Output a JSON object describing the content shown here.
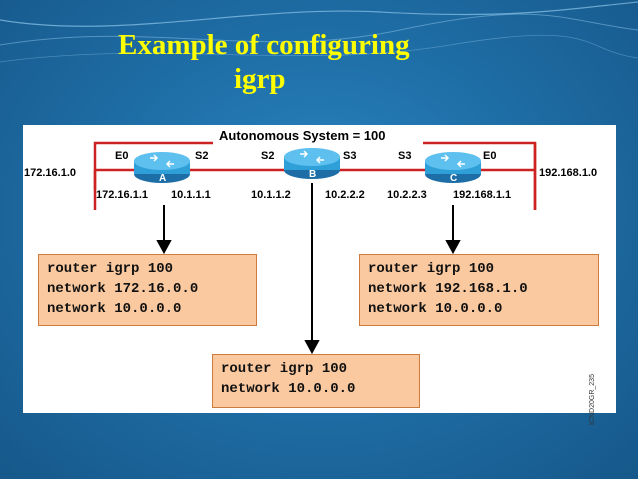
{
  "title": {
    "line1": "Example of configuring",
    "line2": "igrp"
  },
  "diagram": {
    "as_label": "Autonomous System = 100",
    "net_left": "172.16.1.0",
    "net_right": "192.168.1.0",
    "routers": [
      {
        "name": "A",
        "if_left": "E0",
        "if_right": "S2",
        "ip_left": "172.16.1.1",
        "ip_right": "10.1.1.1"
      },
      {
        "name": "B",
        "if_left": "S2",
        "if_right": "S3",
        "ip_left": "10.1.1.2",
        "ip_right": "10.2.2.2"
      },
      {
        "name": "C",
        "if_left": "S3",
        "if_right": "E0",
        "ip_left": "10.2.2.3",
        "ip_right": "192.168.1.1"
      }
    ],
    "config_a": [
      "router igrp 100",
      "network 172.16.0.0",
      "network 10.0.0.0"
    ],
    "config_b": [
      "router igrp 100",
      "network 10.0.0.0"
    ],
    "config_c": [
      "router igrp 100",
      "network 192.168.1.0",
      "network 10.0.0.0"
    ],
    "figure_id": "ICND20GR_235"
  },
  "colors": {
    "title": "#ffff00",
    "line_red": "#cc2222",
    "router": "#2f9fd8",
    "config_bg": "#fbc99f"
  }
}
